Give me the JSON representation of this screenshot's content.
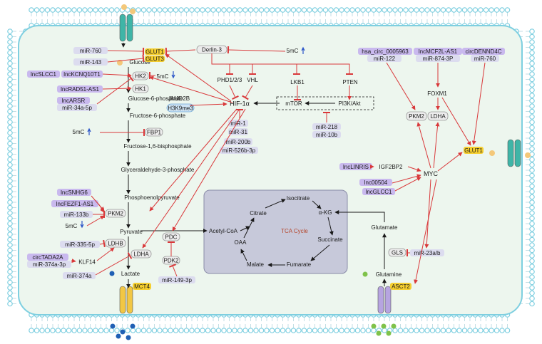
{
  "cell": {
    "glucose": "Glucose",
    "glucose6p": "Glucose-6-phosphate",
    "fructose6p": "Fructose-6-phosphate",
    "fructose16bp": "Fructose-1,6-bisphosphate",
    "glyceraldehyde3p": "Glyceraldehyde-3-phosphate",
    "pep": "Phosphoenolpyruvate",
    "pyruvate": "Pyruvate",
    "lactate": "Lactate",
    "acetylcoa": "Acetyl-CoA",
    "glutamine": "Glutamine",
    "glutamate": "Glutamate",
    "fivemc": "5mC"
  },
  "transporters": {
    "glut1": "GLUT1",
    "glut3": "GLUT3",
    "mct4": "MCT4",
    "asct2": "ASCT2",
    "glut1_right": "GLUT1"
  },
  "enzymes": {
    "hk2": "HK2",
    "hk1": "HK1",
    "fbp1": "FBP1",
    "pkm2": "PKM2",
    "ldhb": "LDHB",
    "ldha": "LDHA",
    "pdc": "PDC",
    "pdk2": "PDK2",
    "klf14": "KLF14",
    "jmjd2b": "JMJD2B",
    "h3k9me3": "H3K9me3",
    "hif1a": "HIF-1α",
    "derlin3": "Derlin-3",
    "phd": "PHD1/2/3",
    "vhl": "VHL",
    "lkb1": "LKB1",
    "pten": "PTEN",
    "mtor": "mTOR",
    "pi3k": "PI3K/Akt",
    "foxm1": "FOXM1",
    "pkm2_right": "PKM2",
    "ldha_right": "LDHA",
    "igf2bp2": "IGF2BP2",
    "myc": "MYC",
    "gls": "GLS"
  },
  "regulators": {
    "mir760": "miR-760",
    "mir143": "miR-143",
    "lncslcc1": "lncSLCC1",
    "lnckcnq1ot1": "lncKCNQ10T1",
    "lncrad51": "lncRAD51-AS1",
    "lncarsr": "lncARSR",
    "mir34a": "miR-34a-5p",
    "lncsnhg6": "lncSNHG6",
    "lncfezf1": "lncFEZF1-AS1",
    "mir133b": "miR-133b",
    "mir335": "miR-335-5p",
    "circtada2a": "circTADA2A",
    "mir374a3p": "miR-374a-3p",
    "mir374a": "miR-374a",
    "mir149": "miR-149-3p",
    "mir1": "miR-1",
    "mir31": "miR-31",
    "mir200b": "miR-200b",
    "mir526b": "miR-526b-3p",
    "mir218": "miR-218",
    "mir10b": "miR-10b",
    "hsacirc": "hsa_circ_0005963",
    "mir122": "miR-122",
    "lncmcf2l": "lncMCF2L-AS1",
    "mir874": "miR-874-3P",
    "circdennd4c": "circDENND4C",
    "mir760b": "miR-760",
    "lnclinris": "lncLINRIS",
    "lnc00504": "lnc00504",
    "lncglcc1": "lncGLCC1",
    "mir23ab": "miR-23a/b"
  },
  "tca": {
    "title": "TCA Cycle",
    "citrate": "Citrate",
    "isocitrate": "Isocitrate",
    "akg": "α-KG",
    "succinate": "Succinate",
    "fumarate": "Fumarate",
    "malate": "Malate",
    "oaa": "OAA"
  },
  "colors": {
    "membrane": "#7ecfe0",
    "cytoplasm": "#edf6ee",
    "lnc_fill": "#c9b9ee",
    "mir_fill": "#dcdcef",
    "enzyme_fill": "#ececec",
    "transporter_fill": "#f6cf2f",
    "tca_fill": "#c7c9da",
    "inhibit": "#d9383a",
    "activate_arrow": "#d9383a",
    "up_arrow": "#2b55c8",
    "down_arrow": "#2b55c8"
  }
}
